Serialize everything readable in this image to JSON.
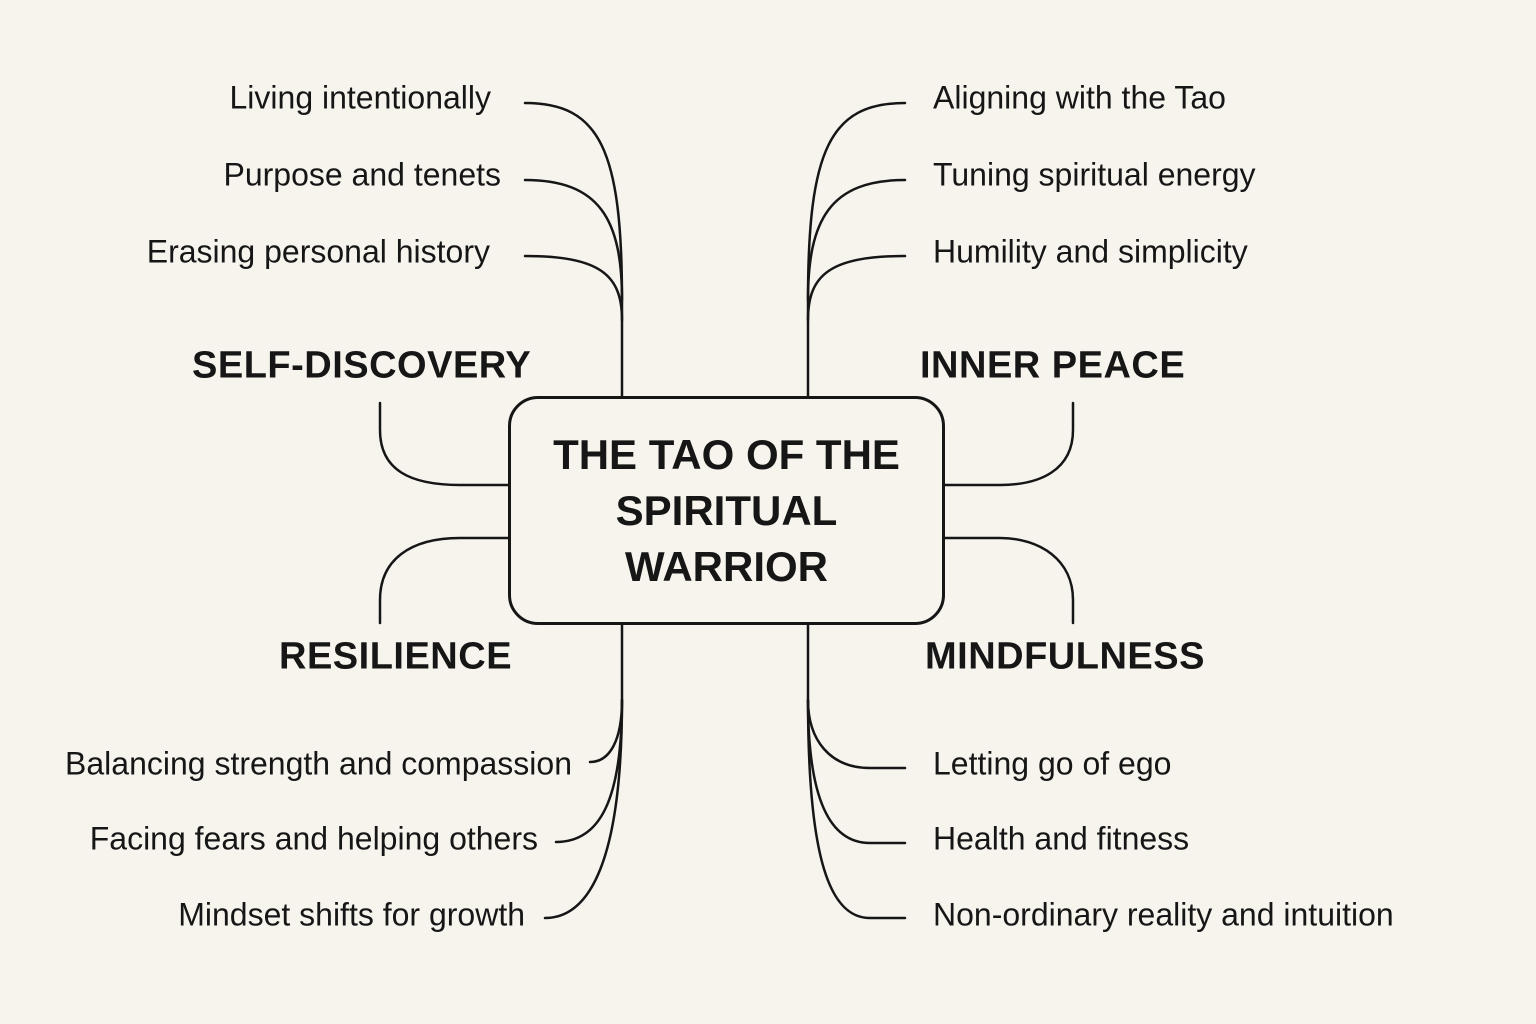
{
  "center": {
    "lines": [
      "THE TAO OF THE",
      "SPIRITUAL",
      "WARRIOR"
    ]
  },
  "branches": {
    "self_discovery": {
      "label": "SELF-DISCOVERY",
      "items": [
        "Living intentionally",
        "Purpose and tenets",
        "Erasing personal history"
      ]
    },
    "inner_peace": {
      "label": "INNER PEACE",
      "items": [
        "Aligning with the Tao",
        "Tuning spiritual energy",
        "Humility and simplicity"
      ]
    },
    "resilience": {
      "label": "RESILIENCE",
      "items": [
        "Balancing strength and compassion",
        "Facing fears and helping others",
        "Mindset shifts for growth"
      ]
    },
    "mindfulness": {
      "label": "MINDFULNESS",
      "items": [
        "Letting go of ego",
        "Health and fitness",
        "Non-ordinary reality and intuition"
      ]
    }
  },
  "colors": {
    "background": "#f7f4ee",
    "ink": "#161616"
  }
}
